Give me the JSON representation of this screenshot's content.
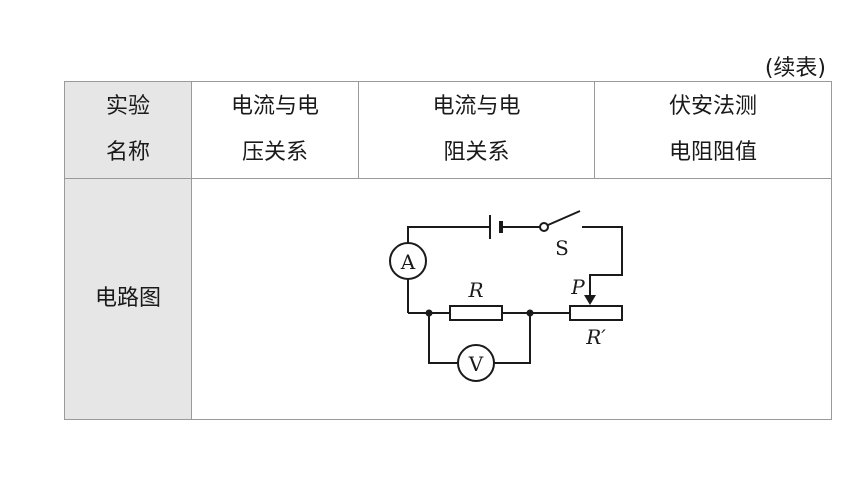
{
  "note": "(续表)",
  "header": {
    "label_lines": [
      "实验",
      "名称"
    ],
    "columns": [
      {
        "lines": [
          "电流与电",
          "压关系"
        ]
      },
      {
        "lines": [
          "电流与电",
          "阻关系"
        ]
      },
      {
        "lines": [
          "伏安法测",
          "电阻阻值"
        ]
      }
    ]
  },
  "row": {
    "label": "电路图"
  },
  "circuit": {
    "ammeter": "A",
    "voltmeter": "V",
    "switch": "S",
    "resistor": "R",
    "slider": "P",
    "rheostat": "R′"
  }
}
